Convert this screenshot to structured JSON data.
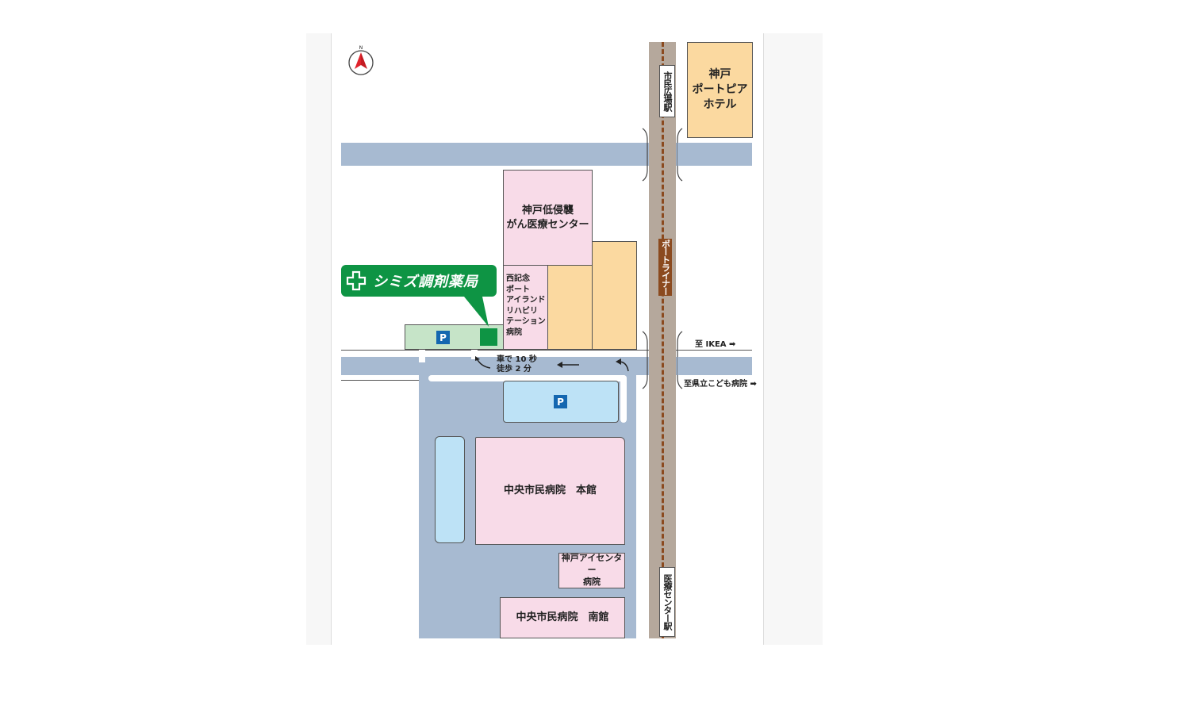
{
  "map": {
    "pharmacy": {
      "name": "シミズ調剤薬局",
      "icon": "plus-cross-icon",
      "color": "#0e9444"
    },
    "buildings": {
      "kobe_portopia_hotel": "神戸\nポートピア\nホテル",
      "kobe_cancer_center": "神戸低侵襲\nがん医療センター",
      "nishi_kinen_hospital": "西記念\nポート\nアイランド\nリハビリ\nテーション\n病院",
      "central_main": "中央市民病院　本館",
      "kobe_eye_center": "神戸アイセンター\n病院",
      "central_south": "中央市民病院　南館"
    },
    "stations": {
      "shimin_hiroba": "市民広場駅",
      "iryo_center": "医療センター駅"
    },
    "rail_line": "ポートライナー",
    "directions": {
      "ikea": "至 IKEA",
      "children_hospital": "至県立こども病院"
    },
    "access_note": {
      "line1": "車で 10 秒",
      "line2": "徒歩 2 分"
    },
    "parking_symbol": "P",
    "north_symbol": "N",
    "colors": {
      "road": "#a7bad1",
      "rail": "#b5a89c",
      "rail_track": "#8b4a1f",
      "hospital": "#f8dbe8",
      "hotel": "#fbd9a0",
      "parking_lot": "#bde2f6",
      "pharmacy_lot": "#c6e4c8",
      "parking_badge": "#1467b0"
    }
  }
}
